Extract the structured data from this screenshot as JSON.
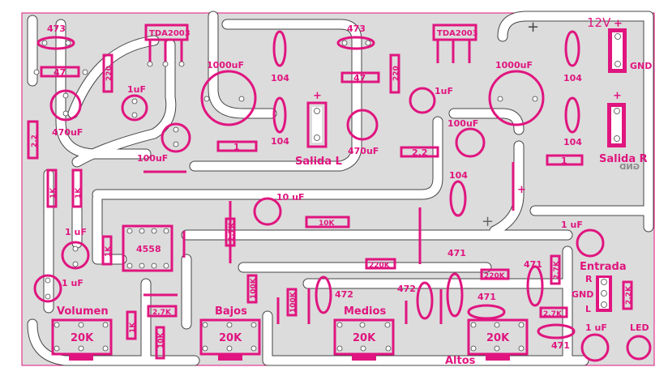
{
  "title": "Amplificador estéreo TDA2003 con control de tonos 4558 - PCB",
  "colors": {
    "silkscreen": "#e0157f",
    "copper": "#dcdcdc",
    "outline": "#444444"
  },
  "labels": {
    "cap473_l": "473",
    "cap473_r": "473",
    "ic_l": "TDA2003",
    "ic_r": "TDA2003",
    "r47_l": "47",
    "r47_r": "47",
    "r220_l": "220",
    "r220_r": "220",
    "c1uf_l": "1uF",
    "c1uf_r": "1uF",
    "c470_l": "470uF",
    "c470_r": "470uF",
    "r22_l": "2.2",
    "r22_r": "2.2",
    "c1000_l": "1000uF",
    "c1000_r": "1000uF",
    "c104_a": "104",
    "c104_b": "104",
    "c104_c": "104",
    "c104_d": "104",
    "c104_e": "104",
    "c100_l": "100uF",
    "c100_r": "100uF",
    "r1_l": "1",
    "r1_r": "1",
    "salida_l": "Salida L",
    "salida_r": "Salida R",
    "v12": "12V",
    "plus": "+",
    "gnd_top": "GND",
    "gnd_mirror": "GND",
    "r1k_a": "1K",
    "r1k_b": "1K",
    "r1k_c": "1K",
    "r1k_d": "1K",
    "c10uf": "10 uF",
    "r10k_h": "10K",
    "r10k_v": "10K",
    "r27k_a": "2.7K",
    "r27k_b": "2.7K",
    "r27k_c": "2.7K",
    "r27k_d": "2.7K",
    "ic_pre": "4558",
    "c1uf_a": "1 uF",
    "c1uf_b": "1 uF",
    "c1uf_c": "1 uF",
    "c1uf_d": "1 uF",
    "r100k_a": "100K",
    "r100k_b": "100K",
    "c472_a": "472",
    "c472_b": "472",
    "r220k_a": "220K",
    "r220k_b": "220K",
    "c471_a": "471",
    "c471_b": "471",
    "c471_c": "471",
    "c471_d": "471",
    "r22k": "2.2K",
    "volumen": "Volumen",
    "bajos": "Bajos",
    "medios": "Medios",
    "altos": "Altos",
    "pot": "20K",
    "entrada": "Entrada",
    "in_r": "R",
    "in_gnd": "GND",
    "in_l": "L",
    "led": "LED"
  }
}
